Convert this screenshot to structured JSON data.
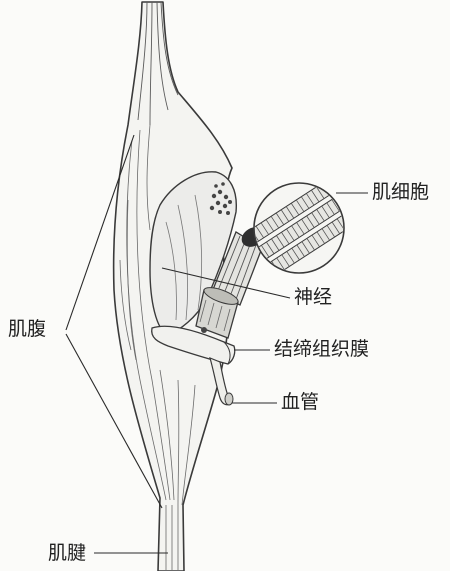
{
  "labels": {
    "muscle_cell": "肌细胞",
    "nerve": "神经",
    "connective_tissue_membrane": "结缔组织膜",
    "blood_vessel": "血管",
    "muscle_belly": "肌腹",
    "tendon": "肌腱"
  },
  "colors": {
    "line": "#3a3a3a",
    "shade": "#8a8a8a",
    "background": "#fbfbf9"
  }
}
